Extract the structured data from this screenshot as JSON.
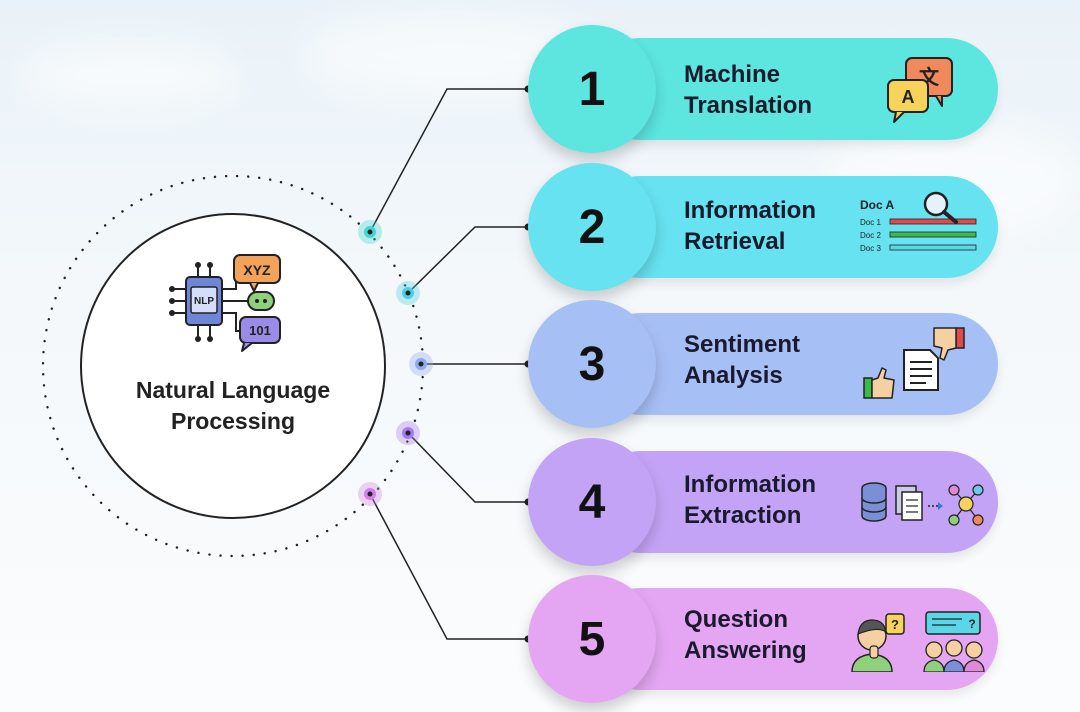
{
  "center": {
    "title_line1": "Natural Language Processing",
    "title_line2": "",
    "icon_texts": {
      "chip": "NLP",
      "bubble_top": "XYZ",
      "bubble_bottom": "101"
    }
  },
  "items": [
    {
      "number": "1",
      "label_line1": "Machine",
      "label_line2": "Translation",
      "color": "#5de5e0",
      "dot_color": "#45d6cf",
      "icon": "translate-icon",
      "icon_texts": {
        "back": "文",
        "front": "A"
      }
    },
    {
      "number": "2",
      "label_line1": "Information",
      "label_line2": "Retrieval",
      "color": "#66e2f0",
      "dot_color": "#4ccfe2",
      "icon": "document-search-icon",
      "icon_texts": {
        "doc_a": "Doc A",
        "doc_1": "Doc 1",
        "doc_2": "Doc 2",
        "doc_3": "Doc 3"
      }
    },
    {
      "number": "3",
      "label_line1": "Sentiment",
      "label_line2": "Analysis",
      "color": "#a6bff5",
      "dot_color": "#8fa9ee",
      "icon": "thumbs-document-icon"
    },
    {
      "number": "4",
      "label_line1": "Information",
      "label_line2": "Extraction",
      "color": "#c3a3f6",
      "dot_color": "#a47bea",
      "icon": "data-network-icon"
    },
    {
      "number": "5",
      "label_line1": "Question",
      "label_line2": "Answering",
      "color": "#e4a6f3",
      "dot_color": "#d27fea",
      "icon": "question-people-icon",
      "icon_texts": {
        "q1": "?",
        "q2": "?"
      }
    }
  ]
}
